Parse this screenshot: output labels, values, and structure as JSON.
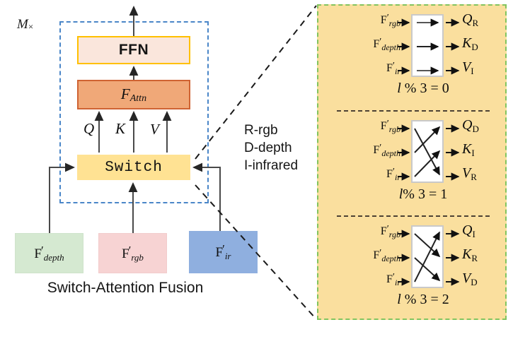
{
  "module": {
    "label_main": "M",
    "label_sub": "×",
    "boundary_name": "repeated-module-boundary"
  },
  "blocks": {
    "ffn": "FFN",
    "attn_main": "F",
    "attn_sub": "Attn",
    "switch": "Switch"
  },
  "qkv": {
    "q": "Q",
    "k": "K",
    "v": "V"
  },
  "inputs": [
    {
      "name": "depth",
      "main": "F",
      "prime": "′",
      "sub": "depth",
      "color": "#d5e9d1"
    },
    {
      "name": "rgb",
      "main": "F",
      "prime": "′",
      "sub": "rgb",
      "color": "#f7d3d3"
    },
    {
      "name": "ir",
      "main": "F",
      "prime": "′",
      "sub": "ir",
      "color": "#8fafdf"
    }
  ],
  "fusion_caption": "Switch-Attention Fusion",
  "legend": {
    "line1": "R-rgb",
    "line2": "D-depth",
    "line3": "I-infrared"
  },
  "detail_panel": {
    "row_inputs": [
      {
        "main": "F",
        "prime": "′",
        "sub": "rgb"
      },
      {
        "main": "F",
        "prime": "′",
        "sub": "depth"
      },
      {
        "main": "F",
        "prime": "′",
        "sub": "ir"
      }
    ],
    "panels": [
      {
        "name": "panel-mod-0",
        "caption_main": "l",
        "caption_rest": " % 3  =  0",
        "outputs": [
          {
            "sym": "Q",
            "sub": "R"
          },
          {
            "sym": "K",
            "sub": "D"
          },
          {
            "sym": "V",
            "sub": "I"
          }
        ],
        "mapping": [
          0,
          1,
          2
        ]
      },
      {
        "name": "panel-mod-1",
        "caption_main": "l",
        "caption_rest": "% 3  =  1",
        "outputs": [
          {
            "sym": "Q",
            "sub": "D"
          },
          {
            "sym": "K",
            "sub": "I"
          },
          {
            "sym": "V",
            "sub": "R"
          }
        ],
        "mapping": [
          2,
          0,
          1
        ]
      },
      {
        "name": "panel-mod-2",
        "caption_main": "l",
        "caption_rest": " % 3  =  2",
        "outputs": [
          {
            "sym": "Q",
            "sub": "I"
          },
          {
            "sym": "K",
            "sub": "R"
          },
          {
            "sym": "V",
            "sub": "D"
          }
        ],
        "mapping": [
          1,
          2,
          0
        ]
      }
    ]
  },
  "colors": {
    "module_boundary": "#4a86c8",
    "ffn_fill": "#fae6dc",
    "ffn_border": "#ffc000",
    "attn_fill": "#f0a878",
    "attn_border": "#cf6333",
    "switch_fill": "#ffe293",
    "panel_fill": "#fadf9e",
    "panel_border": "#82c45e",
    "arrow": "#1a1a1a"
  }
}
